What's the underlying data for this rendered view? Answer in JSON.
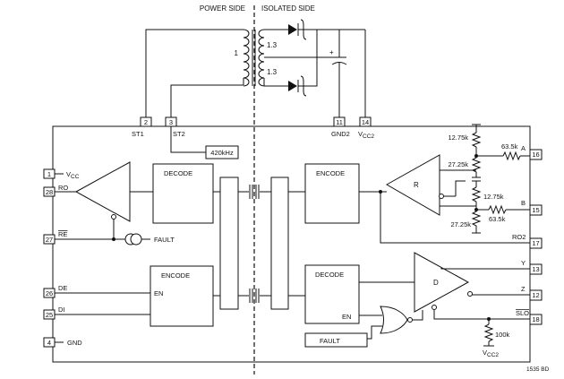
{
  "headers": {
    "power_side": "POWER SIDE",
    "isolated_side": "ISOLATED SIDE"
  },
  "transformer": {
    "primary_ratio": "1",
    "secondary_ratio_top": "1.3",
    "secondary_ratio_bottom": "1.3",
    "cap_polarity": "+"
  },
  "top_pins": {
    "st1": {
      "num": "2",
      "name": "ST1"
    },
    "st2": {
      "num": "3",
      "name": "ST2"
    },
    "gnd2": {
      "num": "11",
      "name": "GND2"
    },
    "vcc2": {
      "num": "14",
      "name": "V",
      "sub": "CC2"
    }
  },
  "osc": {
    "label": "420kHz"
  },
  "left_pins": [
    {
      "num": "1",
      "name": "V",
      "sub": "CC"
    },
    {
      "num": "28",
      "name": "RO"
    },
    {
      "num": "27",
      "name": "RE",
      "overline": true
    },
    {
      "num": "26",
      "name": "DE"
    },
    {
      "num": "25",
      "name": "DI"
    },
    {
      "num": "4",
      "name": "GND"
    }
  ],
  "right_pins": [
    {
      "num": "16",
      "name": "A"
    },
    {
      "num": "15",
      "name": "B"
    },
    {
      "num": "17",
      "name": "RO2"
    },
    {
      "num": "13",
      "name": "Y"
    },
    {
      "num": "12",
      "name": "Z"
    },
    {
      "num": "18",
      "name": "SLO",
      "overline": true
    }
  ],
  "blocks": {
    "decode_left": "DECODE",
    "encode_left": "ENCODE",
    "en_left": "EN",
    "encode_right": "ENCODE",
    "decode_right": "DECODE",
    "en_right": "EN",
    "receiver": "R",
    "driver": "D",
    "fault_box": "FAULT"
  },
  "fault_label": "FAULT",
  "resistors": {
    "a_top": "12.75k",
    "a_series": "63.5k",
    "a_bottom": "27.25k",
    "b_top": "12.75k",
    "b_series": "63.5k",
    "b_bottom": "27.25k",
    "pullup": "100k"
  },
  "vcc2_bottom": {
    "name": "V",
    "sub": "CC2"
  },
  "figure_id": "1535 BD"
}
